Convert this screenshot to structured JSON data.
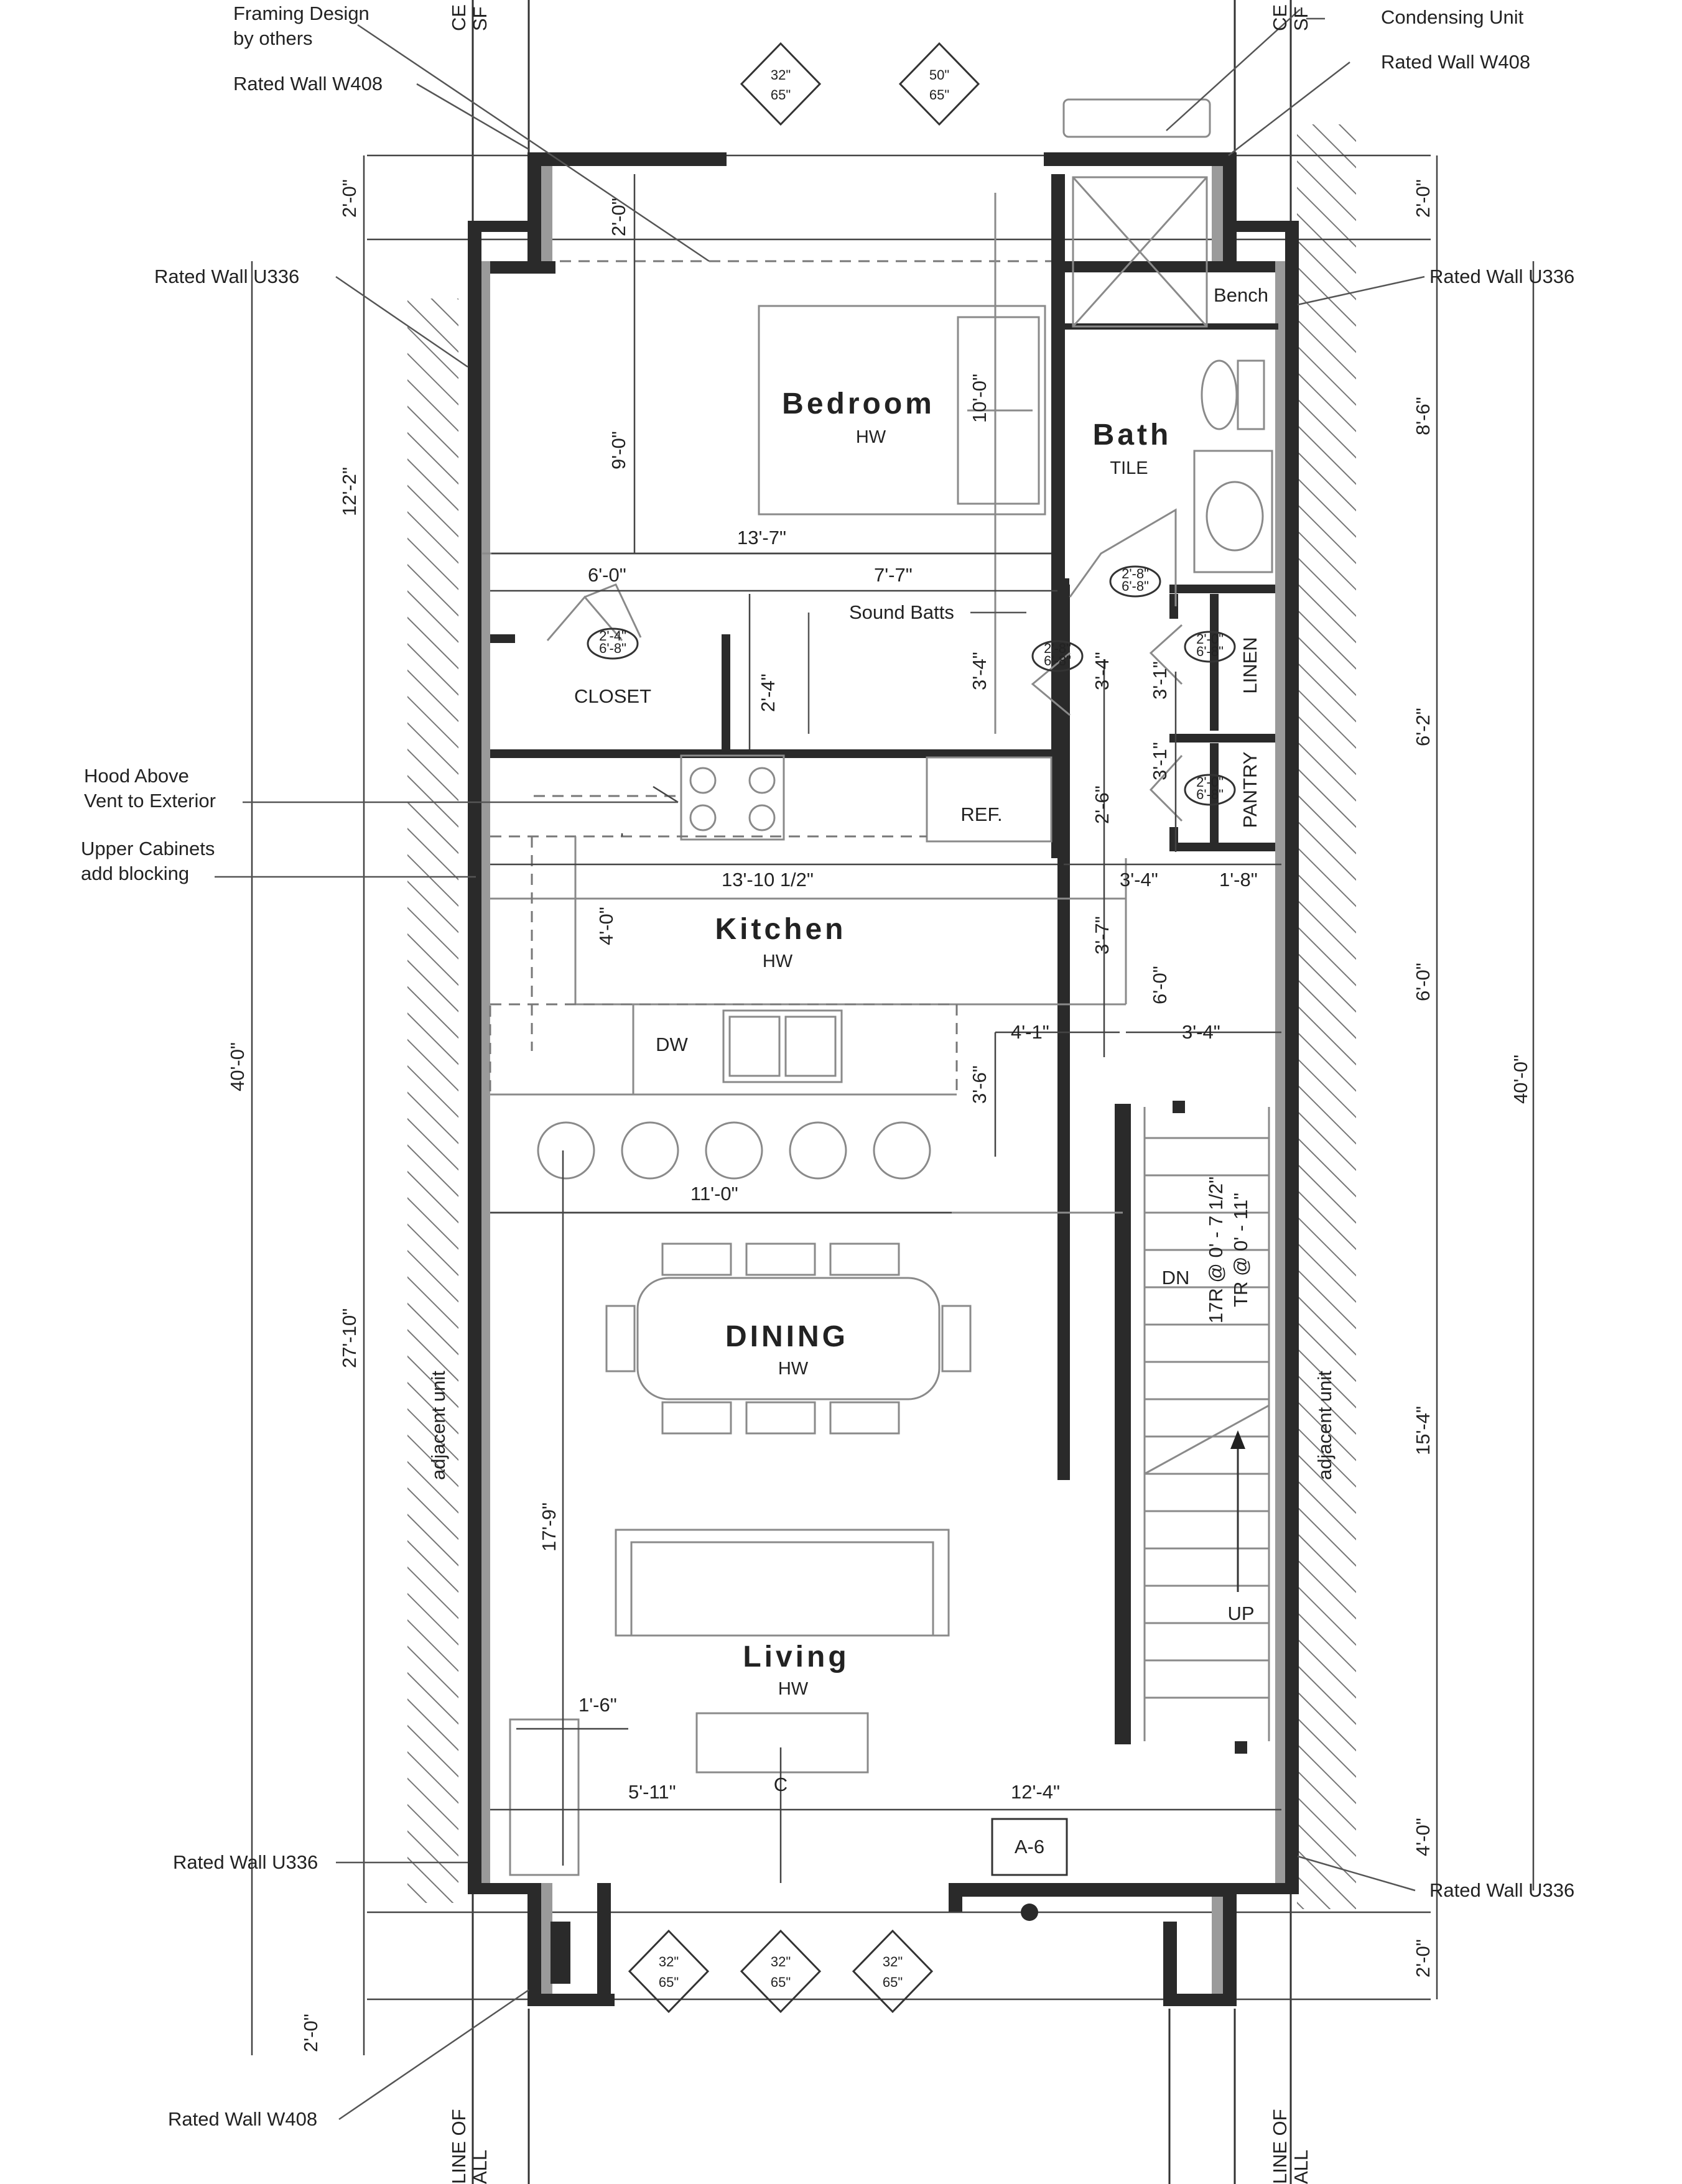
{
  "notes": {
    "framing_design": "Framing Design",
    "framing_design_2": "by others",
    "condensing_unit": "Condensing Unit",
    "rated_wall_w408_top_left": "Rated Wall W408",
    "rated_wall_w408_top_right": "Rated Wall W408",
    "rated_wall_u336_left_top": "Rated Wall U336",
    "rated_wall_u336_right_top": "Rated Wall U336",
    "rated_wall_u336_left_bottom": "Rated Wall U336",
    "rated_wall_u336_right_bottom": "Rated Wall U336",
    "rated_wall_w408_bottom_left": "Rated Wall W408",
    "hood_above": "Hood Above",
    "vent_exterior": "Vent to Exterior",
    "upper_cabinets": "Upper Cabinets",
    "add_blocking": "add blocking",
    "sound_batts": "Sound Batts",
    "adjacent_unit_left": "adjacent unit",
    "adjacent_unit_right": "adjacent unit",
    "line_of_wall_left_1": "LINE OF",
    "line_of_wall_left_2": "ALL",
    "line_of_wall_right_1": "LINE OF",
    "line_of_wall_right_2": "ALL",
    "ce_left_1": "CE",
    "ce_left_2": "SF",
    "ce_right_1": "CE",
    "ce_right_2": "SF"
  },
  "rooms": {
    "bedroom": {
      "name": "Bedroom",
      "floor": "HW"
    },
    "bath": {
      "name": "Bath",
      "floor": "TILE"
    },
    "kitchen": {
      "name": "Kitchen",
      "floor": "HW"
    },
    "dining": {
      "name": "DINING",
      "floor": "HW"
    },
    "living": {
      "name": "Living",
      "floor": "HW"
    }
  },
  "labels": {
    "closet": "CLOSET",
    "linen": "LINEN",
    "pantry": "PANTRY",
    "ref": "REF.",
    "dw": "DW",
    "bench": "Bench",
    "dn": "DN",
    "up": "UP",
    "a6": "A-6",
    "stair_rise": "17R @ 0' - 7 1/2\"",
    "stair_tread": "TR @ 0' - 11\"",
    "centerline": "C",
    "window_top_1_w": "32\"",
    "window_top_1_h": "65\"",
    "window_top_2_w": "50\"",
    "window_top_2_h": "65\"",
    "window_bottom_w": "32\"",
    "window_bottom_h": "65\"",
    "door_2_8": "2'-8\"",
    "door_6_8": "6'-8\"",
    "door_2_4": "2'-4\"",
    "door_2_0": "2'-0\""
  },
  "dimensions": {
    "left_2_0_top": "2'-0\"",
    "left_12_2": "12'-2\"",
    "left_40_0": "40'-0\"",
    "left_27_10": "27'-10\"",
    "left_2_0_bottom": "2'-0\"",
    "bed_2_0": "2'-0\"",
    "bed_9_0": "9'-0\"",
    "bed_10_0": "10'-0\"",
    "bed_13_7": "13'-7\"",
    "closet_6_0": "6'-0\"",
    "hall_7_7": "7'-7\"",
    "closet_2_4": "2'-4\"",
    "hall_3_4a": "3'-4\"",
    "hall_3_4b": "3'-4\"",
    "linen_3_1": "3'-1\"",
    "pantry_3_1": "3'-1\"",
    "hall_2_6": "2'-6\"",
    "kit_13_10": "13'-10 1/2\"",
    "kit_3_4": "3'-4\"",
    "kit_1_8": "1'-8\"",
    "kit_4_0": "4'-0\"",
    "kit_3_7": "3'-7\"",
    "kit_6_0": "6'-0\"",
    "isl_4_1": "4'-1\"",
    "isl_3_4": "3'-4\"",
    "isl_3_6": "3'-6\"",
    "isl_11_0": "11'-0\"",
    "liv_17_9": "17'-9\"",
    "liv_1_6": "1'-6\"",
    "liv_5_11": "5'-11\"",
    "liv_12_4": "12'-4\"",
    "right_2_0_top": "2'-0\"",
    "right_8_6": "8'-6\"",
    "right_6_2": "6'-2\"",
    "right_6_0": "6'-0\"",
    "right_40_0": "40'-0\"",
    "right_15_4": "15'-4\"",
    "right_4_0": "4'-0\"",
    "right_2_0_bottom": "2'-0\""
  }
}
